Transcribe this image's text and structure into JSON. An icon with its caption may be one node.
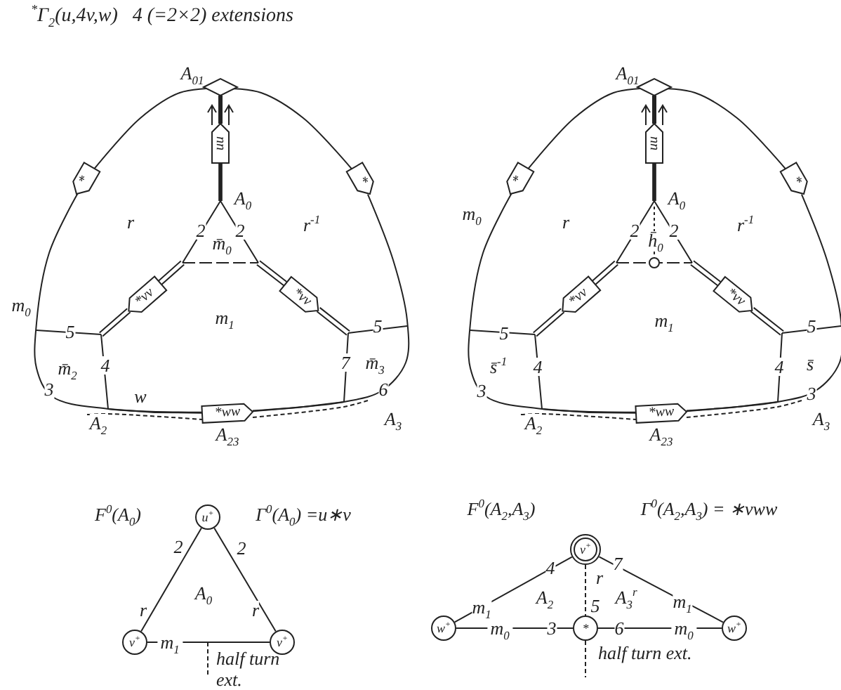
{
  "diagram": {
    "title": "$^{*}$Γ$_{2}$(u,4v,w)   4 (=2×2) extensions",
    "nodes": [
      {
        "text": [],
        "shape": "diamond"
      },
      {
        "text": [
          "uu"
        ]
      },
      {
        "text": [
          "*"
        ]
      },
      {
        "text": [
          "*"
        ]
      },
      {
        "text": [
          "*vv"
        ]
      },
      {
        "text": [
          "*vv"
        ]
      },
      {
        "text": [
          "*ww"
        ]
      },
      {
        "text": [],
        "shape": "diamond"
      },
      {
        "text": [
          "uu"
        ]
      },
      {
        "text": [
          "*"
        ]
      },
      {
        "text": [
          "*"
        ]
      },
      {
        "text": [
          "*vv"
        ]
      },
      {
        "text": [
          "*vv"
        ]
      },
      {
        "text": [
          "*ww"
        ]
      },
      {
        "text": [
          "u$^{+}$"
        ]
      },
      {
        "text": [
          "v$^{+}$"
        ]
      },
      {
        "text": [
          "v$^{+}$"
        ]
      },
      {
        "text": [
          "v$^{+}$"
        ]
      },
      {
        "text": [
          "w$^{+}$"
        ]
      },
      {
        "text": [
          "*"
        ]
      },
      {
        "text": [
          "w$^{+}$"
        ]
      }
    ],
    "edges": [
      {
        "from": 1,
        "to": 0,
        "arrow": "none",
        "style": "thick"
      },
      {
        "from": 2,
        "to": 0,
        "arrow": "none"
      },
      {
        "from": 3,
        "to": 0,
        "arrow": "none"
      },
      {
        "from": 8,
        "to": 7,
        "arrow": "none",
        "style": "thick"
      },
      {
        "from": 9,
        "to": 7,
        "arrow": "none"
      },
      {
        "from": 10,
        "to": 7,
        "arrow": "none"
      },
      {
        "from": 14,
        "to": 15,
        "arrow": "none"
      },
      {
        "from": 14,
        "to": 16,
        "arrow": "none"
      },
      {
        "from": 15,
        "to": 16,
        "arrow": "none",
        "label": "m$_{1}$"
      },
      {
        "from": 17,
        "to": 18,
        "arrow": "none"
      },
      {
        "from": 17,
        "to": 20,
        "arrow": "none"
      },
      {
        "from": 17,
        "to": 19,
        "arrow": "none",
        "style": "dashed"
      },
      {
        "from": 18,
        "to": 19,
        "arrow": "none",
        "label": "m$_{0}$"
      },
      {
        "from": 19,
        "to": 20,
        "arrow": "none",
        "label": "m$_{0}$"
      },
      {
        "from": 19,
        "to": null,
        "arrow": "none",
        "style": "dashed"
      },
      {
        "from": 1,
        "to": 4,
        "arrow": "none"
      },
      {
        "from": 1,
        "to": 5,
        "arrow": "none"
      },
      {
        "from": 4,
        "to": 6,
        "arrow": "none"
      },
      {
        "from": 5,
        "to": 6,
        "arrow": "none"
      },
      {
        "from": 2,
        "to": 6,
        "arrow": "none"
      },
      {
        "from": 3,
        "to": 6,
        "arrow": "none"
      },
      {
        "from": 8,
        "to": 11,
        "arrow": "none"
      },
      {
        "from": 8,
        "to": 12,
        "arrow": "none"
      },
      {
        "from": 11,
        "to": 13,
        "arrow": "none"
      },
      {
        "from": 12,
        "to": 13,
        "arrow": "none"
      },
      {
        "from": 9,
        "to": 13,
        "arrow": "none"
      },
      {
        "from": 10,
        "to": 13,
        "arrow": "none"
      }
    ],
    "labels": [
      "A$_{01}$",
      "A$_{0}$",
      "r",
      "r$^{-1}$",
      "2",
      "2",
      "m̄$_{0}$",
      "m$_{0}$",
      "m$_{1}$",
      "5",
      "5",
      "m̄$_{2}$",
      "4",
      "7",
      "m̄$_{3}$",
      "3",
      "w",
      "6",
      "A$_{2}$",
      "A$_{23}$",
      "A$_{3}$",
      "A$_{01}$",
      "A$_{0}$",
      "m$_{0}$",
      "r",
      "r$^{-1}$",
      "2",
      "2",
      "h̄$_{0}$",
      "m$_{1}$",
      "5",
      "5",
      "s̄$^{-1}$",
      "4",
      "4",
      "s̄",
      "3",
      "3",
      "A$_{2}$",
      "A$_{23}$",
      "A$_{3}$",
      "F$^{0}$(A$_{0}$)",
      "Γ$^{0}$(A$_{0}$) =u∗v",
      "2",
      "2",
      "r",
      "A$_{0}$",
      "r",
      "half turn ext.",
      "F$^{0}$(A$_{2}$,A$_{3}$)",
      "Γ$^{0}$(A$_{2}$,A$_{3}$) = ∗vww",
      "4",
      "7",
      "r",
      "m$_{1}$",
      "A$_{2}$",
      "5",
      "A$_{3}$$^{r}$",
      "m$_{1}$",
      "3",
      "6",
      "half turn ext."
    ]
  }
}
